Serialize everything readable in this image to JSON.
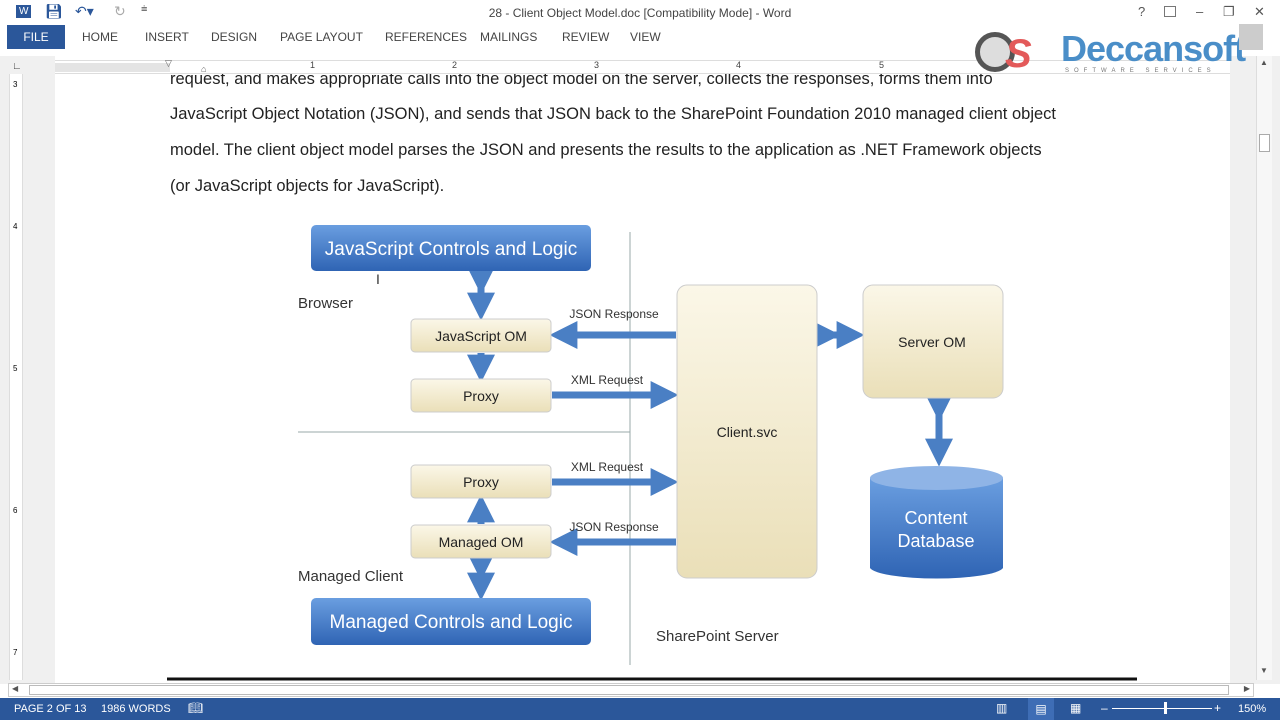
{
  "window": {
    "title": "28 - Client Object Model.doc [Compatibility Mode] - Word",
    "help": "?",
    "minimize": "–",
    "restore": "❐",
    "close": "✕"
  },
  "ribbon": {
    "tabs": [
      "FILE",
      "HOME",
      "INSERT",
      "DESIGN",
      "PAGE LAYOUT",
      "REFERENCES",
      "MAILINGS",
      "REVIEW",
      "VIEW"
    ]
  },
  "logo": {
    "text": "Deccansoft",
    "tagline": "SOFTWARE SERVICES"
  },
  "ruler": {
    "numbers": [
      "1",
      "2",
      "3",
      "4",
      "5"
    ],
    "vertical": [
      "3",
      "4",
      "5",
      "6",
      "7"
    ]
  },
  "document": {
    "paragraph": [
      "request, and makes appropriate calls into the object model on the server, collects the responses, forms them into",
      "JavaScript Object Notation (JSON), and sends that JSON back to the SharePoint Foundation 2010 managed client object",
      "model. The client object model parses the JSON and presents the results to the application as .NET Framework objects",
      "(or JavaScript objects for JavaScript)."
    ]
  },
  "diagram": {
    "js_controls": "JavaScript Controls and Logic",
    "browser": "Browser",
    "javascript_om": "JavaScript OM",
    "proxy1": "Proxy",
    "proxy2": "Proxy",
    "managed_om": "Managed OM",
    "managed_client": "Managed Client",
    "managed_controls": "Managed Controls and Logic",
    "json_response1": "JSON Response",
    "xml_request1": "XML Request",
    "xml_request2": "XML Request",
    "json_response2": "JSON Response",
    "client_svc": "Client.svc",
    "server_om": "Server OM",
    "content_db_1": "Content",
    "content_db_2": "Database",
    "sharepoint_server": "SharePoint Server"
  },
  "status": {
    "page": "PAGE 2 OF 13",
    "words": "1986 WORDS",
    "zoom": "150%",
    "zoom_level_percent": 150
  },
  "colors": {
    "accent": "#2b579a",
    "box_blue": "#3f77c4",
    "box_beige": "#f3ebcf",
    "arrow": "#4a7fc4"
  }
}
